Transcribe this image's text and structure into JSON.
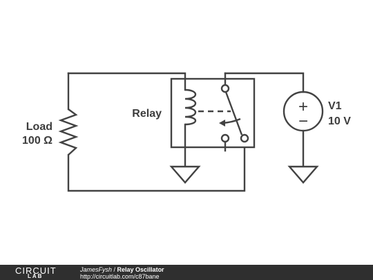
{
  "diagram": {
    "load": {
      "name": "Load",
      "value": "100 Ω"
    },
    "relay": {
      "name": "Relay"
    },
    "source": {
      "name": "V1",
      "value": "10 V",
      "plus": "+",
      "minus": "−"
    }
  },
  "footer": {
    "brand": "CIRCUIT",
    "brand_sub": "LAB",
    "author": "JamesFysh",
    "separator": " / ",
    "title": "Relay Oscillator",
    "url": "http://circuitlab.com/c87bane"
  },
  "colors": {
    "ink": "#424242",
    "footer_bg": "#2f2f2f",
    "footer_text": "#ffffff"
  }
}
